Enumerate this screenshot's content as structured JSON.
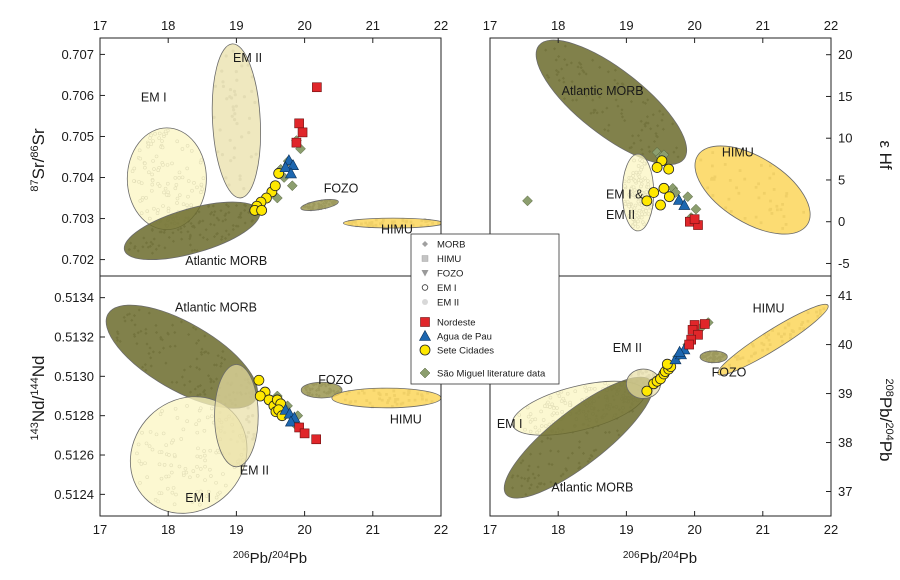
{
  "colors": {
    "morb_fill": "#6b6b2c",
    "em1_fill": "#fbf6c2",
    "em2_fill": "#e8dea4",
    "fozo_fill": "#9b9650",
    "himu_fill": "#fbd350",
    "nordeste": "#e0262a",
    "agua_de_pau": "#1d67b0",
    "sete_cidades": "#ffe800",
    "literature": "#8c9e6e",
    "background_points": "#a6a6a6"
  },
  "legend": {
    "position": "center",
    "background_items": [
      {
        "label": "MORB",
        "icon": "diamond-icon"
      },
      {
        "label": "HIMU",
        "icon": "square-icon"
      },
      {
        "label": "FOZO",
        "icon": "triangle-down-icon"
      },
      {
        "label": "EM I",
        "icon": "open-circle-icon"
      },
      {
        "label": "EM II",
        "icon": "circle-icon"
      }
    ],
    "sample_items": [
      {
        "label": "Nordeste",
        "icon": "red-square-icon"
      },
      {
        "label": "Agua de Pau",
        "icon": "blue-triangle-icon"
      },
      {
        "label": "Sete Cidades",
        "icon": "yellow-circle-icon"
      },
      {
        "label": "São Miguel literature data",
        "icon": "green-diamond-icon"
      }
    ]
  },
  "chart_data": [
    {
      "type": "scatter",
      "panel": "top-left",
      "ylabel": "87Sr/86Sr",
      "xlim": [
        17,
        22
      ],
      "ylim": [
        0.7016,
        0.7074
      ],
      "xticks": [
        "17",
        "18",
        "19",
        "20",
        "21",
        "22"
      ],
      "yticks": [
        "0.702",
        "0.703",
        "0.704",
        "0.705",
        "0.706",
        "0.707"
      ],
      "regions": [
        {
          "label": "EM I",
          "cx": 17.98,
          "cy": 0.70397,
          "rx": 0.58,
          "ry": 0.00124,
          "rot": 0,
          "fill": "em1"
        },
        {
          "label": "EM II",
          "cx": 19.0,
          "cy": 0.70538,
          "rx": 0.35,
          "ry": 0.00188,
          "rot": -3,
          "fill": "em2"
        },
        {
          "label": "Atlantic MORB",
          "cx": 18.35,
          "cy": 0.7027,
          "rx": 1.03,
          "ry": 0.00054,
          "rot": -16,
          "fill": "morb"
        },
        {
          "label": "FOZO",
          "cx": 20.22,
          "cy": 0.70333,
          "rx": 0.28,
          "ry": 0.00011,
          "rot": -10,
          "fill": "fozo"
        },
        {
          "label": "HIMU",
          "cx": 21.3,
          "cy": 0.70289,
          "rx": 0.73,
          "ry": 0.00012,
          "rot": 0,
          "fill": "himu"
        }
      ],
      "region_labels": [
        {
          "text": "EM I",
          "x": 17.6,
          "y": 0.70585
        },
        {
          "text": "EM II",
          "x": 18.95,
          "y": 0.70681
        },
        {
          "text": "FOZO",
          "x": 20.28,
          "y": 0.70364
        },
        {
          "text": "HIMU",
          "x": 21.12,
          "y": 0.70264
        },
        {
          "text": "Atlantic MORB",
          "x": 18.25,
          "y": 0.70187
        }
      ],
      "series": [
        {
          "name": "Nordeste",
          "x": [
            20.18,
            19.92,
            19.97,
            19.88
          ],
          "y": [
            0.7062,
            0.70532,
            0.7051,
            0.70485
          ]
        },
        {
          "name": "Agua de Pau",
          "x": [
            19.77,
            19.83,
            19.72,
            19.8
          ],
          "y": [
            0.70442,
            0.7043,
            0.70425,
            0.7041
          ]
        },
        {
          "name": "Sete Cidades",
          "x": [
            19.62,
            19.52,
            19.44,
            19.36,
            19.3,
            19.27,
            19.37,
            19.57
          ],
          "y": [
            0.7041,
            0.70365,
            0.7035,
            0.7034,
            0.7033,
            0.7032,
            0.7032,
            0.7038
          ]
        },
        {
          "name": "São Miguel literature data",
          "x": [
            19.88,
            19.94,
            19.76,
            19.65,
            19.7,
            19.82,
            19.6
          ],
          "y": [
            0.7049,
            0.7047,
            0.7044,
            0.7042,
            0.704,
            0.7038,
            0.7035
          ]
        }
      ]
    },
    {
      "type": "scatter",
      "panel": "top-right",
      "ylabel": "ε Hf",
      "xlim": [
        17,
        22
      ],
      "ylim": [
        -6.5,
        22
      ],
      "xticks": [
        "17",
        "18",
        "19",
        "20",
        "21",
        "22"
      ],
      "yticks": [
        "-5",
        "0",
        "5",
        "10",
        "15",
        "20"
      ],
      "regions": [
        {
          "label": "Atlantic MORB",
          "cx": 18.78,
          "cy": 14.3,
          "rx": 1.35,
          "ry": 3.9,
          "rot": 38,
          "fill": "morb"
        },
        {
          "label": "EM I & EM II",
          "cx": 19.17,
          "cy": 3.5,
          "rx": 0.23,
          "ry": 4.6,
          "rot": 0,
          "fill": "em1"
        },
        {
          "label": "HIMU",
          "cx": 20.85,
          "cy": 3.8,
          "rx": 0.95,
          "ry": 3.9,
          "rot": 32,
          "fill": "himu"
        }
      ],
      "region_labels": [
        {
          "text": "Atlantic MORB",
          "x": 18.05,
          "y": 15.2
        },
        {
          "text": "HIMU",
          "x": 20.4,
          "y": 7.8
        },
        {
          "text": "EM I &",
          "x": 18.7,
          "y": 2.8
        },
        {
          "text": "EM II",
          "x": 18.7,
          "y": 0.3
        }
      ],
      "series": [
        {
          "name": "Nordeste",
          "x": [
            19.93,
            20.05,
            20.0
          ],
          "y": [
            0.0,
            -0.4,
            0.3
          ]
        },
        {
          "name": "Agua de Pau",
          "x": [
            19.77,
            19.85
          ],
          "y": [
            2.6,
            2.0
          ]
        },
        {
          "name": "Sete Cidades",
          "x": [
            19.52,
            19.45,
            19.62,
            19.55,
            19.4,
            19.63,
            19.3,
            19.5
          ],
          "y": [
            7.3,
            6.5,
            6.3,
            4.0,
            3.5,
            3.0,
            2.5,
            2.0
          ]
        },
        {
          "name": "São Miguel literature data",
          "x": [
            17.55,
            19.45,
            19.5,
            19.55,
            19.68,
            19.72,
            19.9,
            19.95,
            20.02
          ],
          "y": [
            2.5,
            8.3,
            7.8,
            8.0,
            4.0,
            3.5,
            3.0,
            0.5,
            1.5
          ]
        }
      ]
    },
    {
      "type": "scatter",
      "panel": "bottom-left",
      "ylabel": "143Nd/144Nd",
      "xlabel": "206Pb/204Pb",
      "xlim": [
        17,
        22
      ],
      "ylim": [
        0.51229,
        0.51351
      ],
      "xticks": [
        "17",
        "18",
        "19",
        "20",
        "21",
        "22"
      ],
      "yticks": [
        "0.5124",
        "0.5126",
        "0.5128",
        "0.5130",
        "0.5132",
        "0.5134"
      ],
      "regions": [
        {
          "label": "Atlantic MORB",
          "cx": 18.2,
          "cy": 0.5131,
          "rx": 1.25,
          "ry": 0.00017,
          "rot": 30,
          "fill": "morb"
        },
        {
          "label": "EM I",
          "cx": 18.3,
          "cy": 0.5126,
          "rx": 0.9,
          "ry": 0.00028,
          "rot": -45,
          "fill": "em1"
        },
        {
          "label": "EM II",
          "cx": 19.0,
          "cy": 0.5128,
          "rx": 0.32,
          "ry": 0.00026,
          "rot": 0,
          "fill": "em2"
        },
        {
          "label": "FOZO",
          "cx": 20.25,
          "cy": 0.51293,
          "rx": 0.3,
          "ry": 4e-05,
          "rot": 0,
          "fill": "fozo"
        },
        {
          "label": "HIMU",
          "cx": 21.2,
          "cy": 0.51289,
          "rx": 0.8,
          "ry": 5e-05,
          "rot": 0,
          "fill": "himu"
        }
      ],
      "region_labels": [
        {
          "text": "Atlantic MORB",
          "x": 18.1,
          "y": 0.51333
        },
        {
          "text": "EM I",
          "x": 18.25,
          "y": 0.51236
        },
        {
          "text": "EM II",
          "x": 19.05,
          "y": 0.5125
        },
        {
          "text": "FOZO",
          "x": 20.2,
          "y": 0.51296
        },
        {
          "text": "HIMU",
          "x": 21.25,
          "y": 0.51276
        }
      ],
      "series": [
        {
          "name": "Nordeste",
          "x": [
            19.92,
            20.0,
            20.17
          ],
          "y": [
            0.51274,
            0.51271,
            0.51268
          ]
        },
        {
          "name": "Agua de Pau",
          "x": [
            19.72,
            19.78,
            19.85,
            19.8
          ],
          "y": [
            0.51283,
            0.51281,
            0.51279,
            0.51277
          ]
        },
        {
          "name": "Sete Cidades",
          "x": [
            19.33,
            19.42,
            19.35,
            19.48,
            19.55,
            19.58,
            19.6,
            19.65,
            19.62,
            19.67
          ],
          "y": [
            0.51298,
            0.51292,
            0.5129,
            0.51288,
            0.51285,
            0.51282,
            0.51288,
            0.51286,
            0.51283,
            0.5128
          ]
        },
        {
          "name": "São Miguel literature data",
          "x": [
            19.6,
            19.75,
            19.9,
            19.85,
            19.7,
            19.65
          ],
          "y": [
            0.5129,
            0.51285,
            0.5128,
            0.51276,
            0.51284,
            0.51281
          ]
        }
      ]
    },
    {
      "type": "scatter",
      "panel": "bottom-right",
      "ylabel": "208Pb/204Pb",
      "xlabel": "206Pb/204Pb",
      "xlim": [
        17,
        22
      ],
      "ylim": [
        36.5,
        41.4
      ],
      "xticks": [
        "17",
        "18",
        "19",
        "20",
        "21",
        "22"
      ],
      "yticks": [
        "37",
        "38",
        "39",
        "40",
        "41"
      ],
      "regions": [
        {
          "label": "EM I",
          "cx": 18.3,
          "cy": 38.7,
          "rx": 1.0,
          "ry": 0.45,
          "rot": -14,
          "fill": "em1"
        },
        {
          "label": "Atlantic MORB",
          "cx": 18.3,
          "cy": 38.1,
          "rx": 1.35,
          "ry": 0.55,
          "rot": -38,
          "fill": "morb"
        },
        {
          "label": "EM II",
          "cx": 19.25,
          "cy": 39.2,
          "rx": 0.25,
          "ry": 0.3,
          "rot": 0,
          "fill": "em2"
        },
        {
          "label": "FOZO",
          "cx": 20.28,
          "cy": 39.75,
          "rx": 0.2,
          "ry": 0.12,
          "rot": 0,
          "fill": "fozo"
        },
        {
          "label": "HIMU",
          "cx": 21.15,
          "cy": 40.1,
          "rx": 0.95,
          "ry": 0.2,
          "rot": -32,
          "fill": "himu"
        }
      ],
      "region_labels": [
        {
          "text": "EM II",
          "x": 18.8,
          "y": 39.85
        },
        {
          "text": "EM I",
          "x": 17.1,
          "y": 38.3
        },
        {
          "text": "Atlantic MORB",
          "x": 17.9,
          "y": 37.0
        },
        {
          "text": "FOZO",
          "x": 20.25,
          "y": 39.35
        },
        {
          "text": "HIMU",
          "x": 20.85,
          "y": 40.65
        }
      ],
      "series": [
        {
          "name": "Nordeste",
          "x": [
            20.15,
            20.0,
            19.97,
            20.05,
            19.95,
            19.92
          ],
          "y": [
            40.42,
            40.4,
            40.3,
            40.2,
            40.1,
            40.0
          ]
        },
        {
          "name": "Agua de Pau",
          "x": [
            19.72,
            19.8,
            19.85,
            19.78
          ],
          "y": [
            39.7,
            39.8,
            39.9,
            39.85
          ]
        },
        {
          "name": "Sete Cidades",
          "x": [
            19.3,
            19.4,
            19.45,
            19.5,
            19.55,
            19.57,
            19.62,
            19.65,
            19.6
          ],
          "y": [
            39.05,
            39.2,
            39.25,
            39.3,
            39.4,
            39.45,
            39.5,
            39.55,
            39.6
          ]
        },
        {
          "name": "São Miguel literature data",
          "x": [
            19.5,
            19.6,
            19.75,
            19.9,
            20.1,
            20.2
          ],
          "y": [
            39.35,
            39.55,
            39.75,
            40.0,
            40.35,
            40.45
          ]
        }
      ]
    }
  ]
}
